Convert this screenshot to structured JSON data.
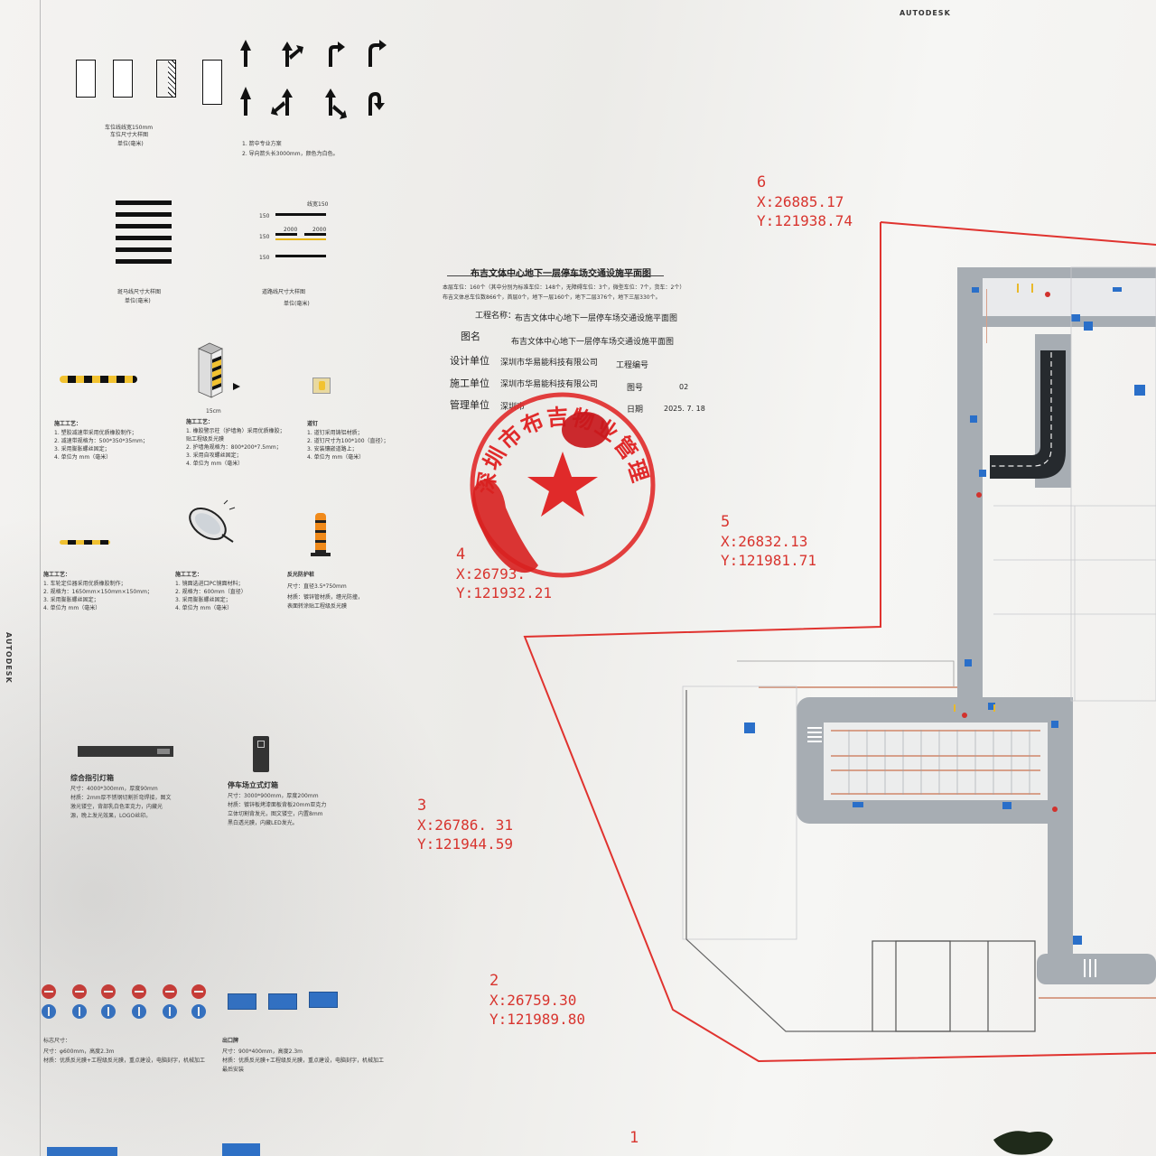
{
  "header": {
    "brand_top": "AUTODESK",
    "brand_side": "AUTODESK"
  },
  "legend": {
    "stall_caption_1": "车位线线宽150mm",
    "stall_caption_2": "车位尺寸大样图",
    "stall_unit": "单位(毫米)",
    "arrow_notes": [
      "1. 箭中专业方案",
      "2. 导向箭头长3000mm，颜色为白色。"
    ],
    "zebra_caption": "斑马线尺寸大样图",
    "zebra_unit": "单位(毫米)",
    "lane_caption": "道路线尺寸大样图",
    "lane_unit": "单位(毫米)",
    "lane_dims": [
      "线宽150",
      "150",
      "150",
      "2000",
      "2000",
      "150"
    ],
    "bump_title": "施工工艺：",
    "bump_notes": [
      "1. 塑胶减速带采用优质橡胶制作；",
      "2. 减速带规格为：500*350*35mm；",
      "3. 采用膨胀螺丝固定；",
      "4. 单位为 mm（毫米）"
    ],
    "column_title": "施工工艺：",
    "column_notes": [
      "1. 橡胶警示柱（护墙角）采用优质橡胶；",
      "贴工程级反光膜",
      "2. 护墙角规格为：800*200*7.5mm；",
      "3. 采用自攻螺丝固定；",
      "4. 单位为 mm（毫米）"
    ],
    "column_size": "15cm",
    "wheel_title": "道钉",
    "wheel_notes": [
      "1. 道钉采用铸铝材质；",
      "2. 道钉尺寸为100*100（直径）；",
      "3. 安装镶嵌道路上；",
      "4. 单位为 mm（毫米）"
    ],
    "wheelstop_title": "施工工艺：",
    "wheelstop_notes": [
      "1. 车轮定位器采用优质橡胶制作；",
      "2. 规格为：1650mm×150mm×150mm；",
      "3. 采用膨胀螺丝固定；",
      "4. 单位为 mm（毫米）"
    ],
    "mirror_title": "施工工艺：",
    "mirror_notes": [
      "1. 镜面选进口PC镜面材料；",
      "2. 规格为：600mm（直径）",
      "3. 采用膨胀螺丝固定；",
      "4. 单位为 mm（毫米）"
    ],
    "post_title": "反光防护桩",
    "post_notes": [
      "尺寸：直径3.5*750mm",
      "材质：镀锌管材质，缠光防撞，",
      "表面转涂贴工程级反光膜"
    ],
    "guide_title": "综合指引灯箱",
    "guide_notes": [
      "尺寸：4000*300mm，厚度90mm",
      "材质：2mm厚不锈钢切割折弯焊接，图文",
      "激光镂空，背部乳白色亚克力，内藏光",
      "源，晚上发光效果，LOGO丝印。"
    ],
    "stand_title": "停车场立式灯箱",
    "stand_notes": [
      "尺寸：3000*900mm，厚度200mm",
      "材质：镀锌板烤漆面板背板20mm亚克力",
      "立体切割背发光，图文镂空，内置8mm",
      "黑白透光膜，内藏LED发光。"
    ],
    "sign_notes": [
      "标志尺寸：",
      "尺寸：φ600mm，高度2.3m",
      "材质：优质反光膜+工程级反光膜，重点建设，电脑刻字，机械加工"
    ],
    "dir_title": "出口牌",
    "dir_notes": [
      "尺寸：900*400mm，高度2.3m",
      "材质：优质反光膜+工程级反光膜，重点建设，电脑刻字，机械加工",
      "最后安装"
    ]
  },
  "title_block": {
    "title": "布吉文体中心地下一层停车场交通设施平面图",
    "stats_line1": "本层车位：160个（其中分别为标准车位：148个，无障碍车位：3个，微型车位：7个，货车：2个）",
    "stats_line2": "布吉文体总车位数866个，首层0个，地下一层160个，地下二层376个，地下三层330个。",
    "project_label": "工程名称：",
    "project_value": "布吉文体中心地下一层停车场交通设施平面图",
    "drawing_label": "图名",
    "drawing_value": "布吉文体中心地下一层停车场交通设施平面图",
    "design_label": "设计单位",
    "design_value": "深圳市华易能科技有限公司",
    "project_no_label": "工程编号",
    "build_label": "施工单位",
    "build_value": "深圳市华易能科技有限公司",
    "sheet_no_label": "图号",
    "sheet_no_value": "02",
    "mgmt_label": "管理单位",
    "mgmt_value": "深圳市",
    "date_label": "日期",
    "date_value": "2025. 7. 18"
  },
  "stamp": {
    "text": "深圳市布吉物业管理有限公司"
  },
  "coordinates": [
    {
      "id": "6",
      "x": "X:26885.17",
      "y": "Y:121938.74"
    },
    {
      "id": "5",
      "x": "X:26832.13",
      "y": "Y:121981.71"
    },
    {
      "id": "4",
      "x": "X:26793.",
      "y": "Y:121932.21"
    },
    {
      "id": "3",
      "x": "X:26786. 31",
      "y": "Y:121944.59"
    },
    {
      "id": "2",
      "x": "X:26759.30",
      "y": "Y:121989.80"
    },
    {
      "id": "1",
      "x": "",
      "y": ""
    }
  ],
  "colors": {
    "boundary": "#e0332f",
    "stamp": "#e02a2a",
    "lane": "#a7adb3",
    "sign_blue": "#2a6fc9",
    "sign_red": "#d2322d"
  }
}
